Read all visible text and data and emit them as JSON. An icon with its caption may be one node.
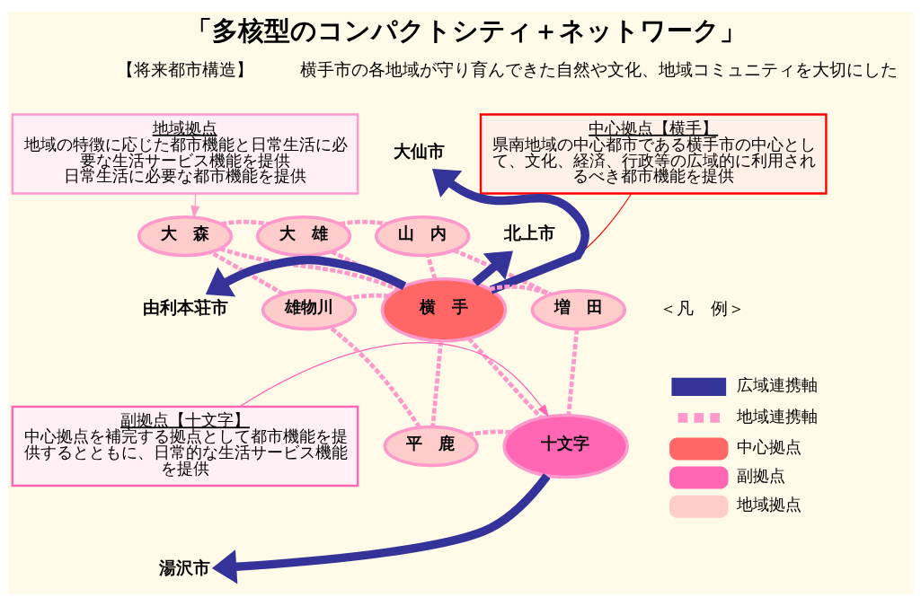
{
  "diagram": {
    "title": "「多核型のコンパクトシティ＋ネットワーク」",
    "nodes": [
      {
        "text": [
          "地域拠点",
          "地域の特徴に応じた都市機能と日常生活に必要な生活サービス機能を提供",
          "日常生活に必要な都市機能を提供"
        ]
      },
      {
        "text": [
          "中心拠点【横手】",
          "県南地域の中心都市である横手市の中心として、文化、経済、行政等の広域的に利用されるべき都市機能を提供"
        ]
      },
      {
        "text": [
          "副拠点【十文字】",
          "中心拠点を補完する拠点として都市機能を提供するとともに、日常的な生活サービス機能を提供"
        ]
      },
      {
        "text": [
          "大仙市"
        ]
      },
      {
        "text": [
          "北上市"
        ]
      },
      {
        "text": [
          "由利本荘市"
        ]
      },
      {
        "text": [
          "湯沢市"
        ]
      },
      {
        "text": [
          "大　雄"
        ]
      },
      {
        "text": [
          "大　森"
        ]
      },
      {
        "text": [
          "横　手"
        ]
      },
      {
        "text": [
          "山　内"
        ]
      },
      {
        "text": [
          "雄物川"
        ]
      },
      {
        "text": [
          "増　田"
        ]
      },
      {
        "text": [
          "平　鹿"
        ]
      },
      {
        "text": [
          "十文字"
        ]
      }
    ],
    "edges": [
      {
        "from": 9,
        "to": 3,
        "arrow": "to",
        "style": "thick",
        "color": "#333399"
      },
      {
        "from": 9,
        "to": 4,
        "arrow": "to",
        "style": "thick",
        "color": "#333399"
      },
      {
        "from": 9,
        "to": 5,
        "arrow": "to",
        "style": "thick",
        "color": "#333399"
      },
      {
        "from": 14,
        "to": 6,
        "arrow": "to",
        "style": "thick",
        "color": "#333399"
      },
      {
        "from": 8,
        "to": 7,
        "arrow": "none",
        "style": "dashed"
      },
      {
        "from": 7,
        "to": 10,
        "arrow": "none",
        "style": "dashed"
      },
      {
        "from": 10,
        "to": 12,
        "arrow": "none",
        "style": "dashed"
      },
      {
        "from": 12,
        "to": 14,
        "arrow": "none",
        "style": "dashed"
      },
      {
        "from": 14,
        "to": 13,
        "arrow": "none",
        "style": "dashed"
      },
      {
        "from": 13,
        "to": 11,
        "arrow": "none",
        "style": "dashed"
      },
      {
        "from": 11,
        "to": 8,
        "arrow": "none",
        "style": "dashed"
      },
      {
        "from": 8,
        "to": 9,
        "arrow": "none",
        "style": "dashed"
      },
      {
        "from": 7,
        "to": 9,
        "arrow": "none",
        "style": "dashed"
      },
      {
        "from": 9,
        "to": 10,
        "arrow": "none",
        "style": "dashed"
      },
      {
        "from": 11,
        "to": 9,
        "arrow": "none",
        "style": "dashed"
      },
      {
        "from": 9,
        "to": 12,
        "arrow": "none",
        "style": "dashed"
      },
      {
        "from": 9,
        "to": 13,
        "arrow": "none",
        "style": "dashed"
      },
      {
        "from": 9,
        "to": 14,
        "arrow": "none",
        "style": "dashed"
      },
      {
        "from": 0,
        "to": 8,
        "arrow": "to",
        "color": "#ff99cc"
      },
      {
        "from": 1,
        "to": 9,
        "arrow": "to",
        "color": "#ff0000"
      },
      {
        "from": 2,
        "to": 14,
        "arrow": "to",
        "color": "#ff66b3"
      }
    ],
    "labels": [
      "【将来都市構造】",
      "横手市の各地域が守り育んできた自然や文化、地域コミュニティを大切にした",
      "＜凡　例＞"
    ],
    "legend": [
      {
        "text": "広域連携軸"
      },
      {
        "text": "地域連携軸"
      },
      {
        "text": "中心拠点",
        "color": "#ff6666"
      },
      {
        "text": "副拠点",
        "color": "#ff66b3"
      },
      {
        "text": "地域拠点",
        "color": "#ffcccc"
      }
    ]
  }
}
